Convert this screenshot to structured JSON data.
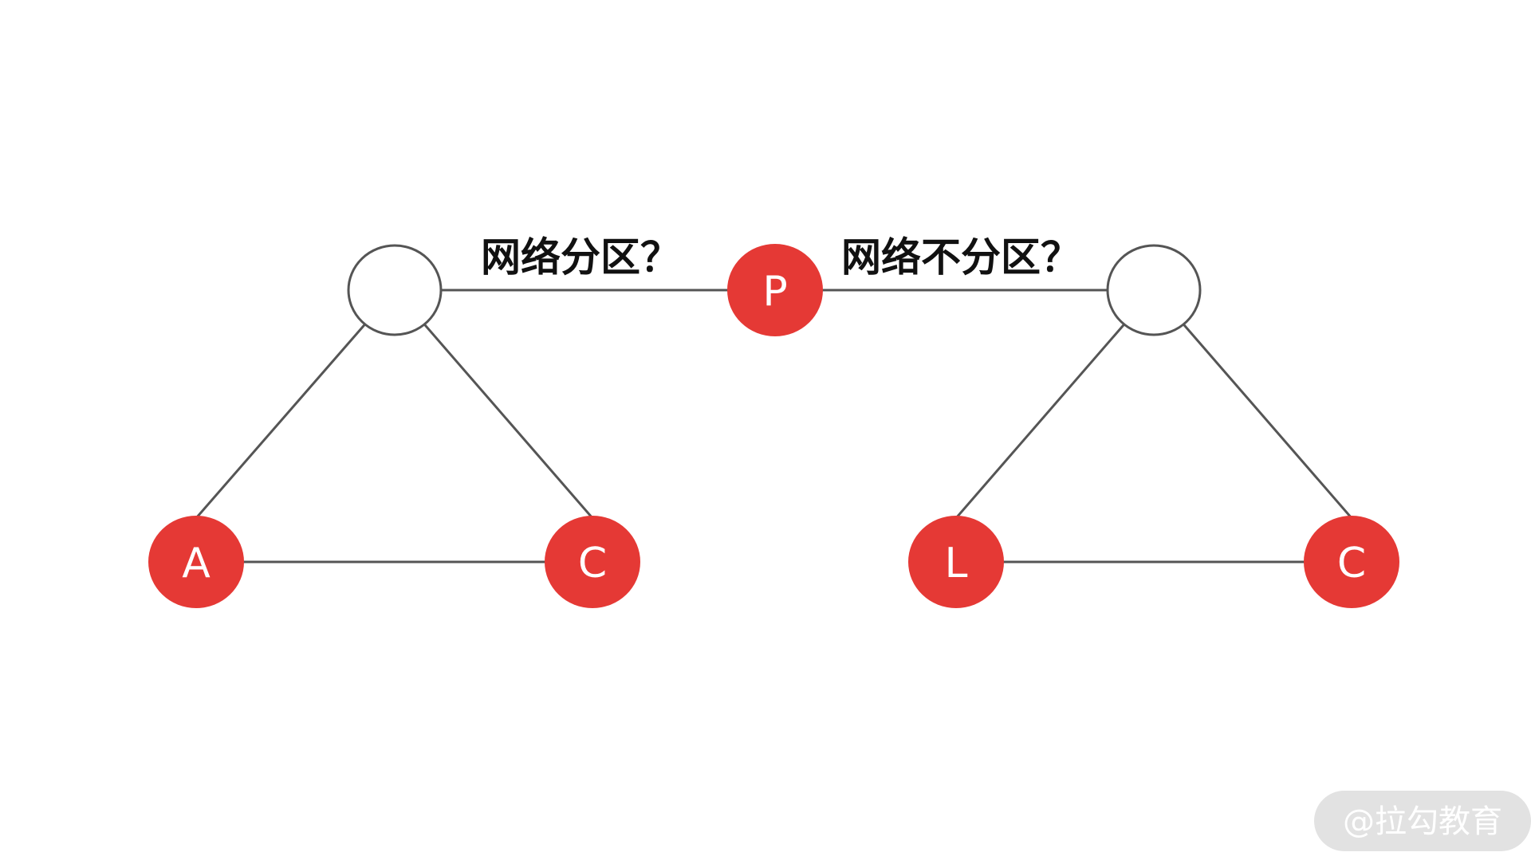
{
  "colors": {
    "node_fill": "#e53935",
    "node_hollow_fill": "#ffffff",
    "stroke": "#555555",
    "label_text": "#111111",
    "watermark_bg": "#e2e2e2",
    "watermark_text": "#ffffff"
  },
  "diagram": {
    "center_node": {
      "label": "P"
    },
    "left_triangle": {
      "top_node": {
        "label": ""
      },
      "left_node": {
        "label": "A"
      },
      "right_node": {
        "label": "C"
      },
      "edge_label": "网络分区？"
    },
    "right_triangle": {
      "top_node": {
        "label": ""
      },
      "left_node": {
        "label": "L"
      },
      "right_node": {
        "label": "C"
      },
      "edge_label": "网络不分区？"
    }
  },
  "watermark": {
    "text": "@拉勾教育"
  }
}
